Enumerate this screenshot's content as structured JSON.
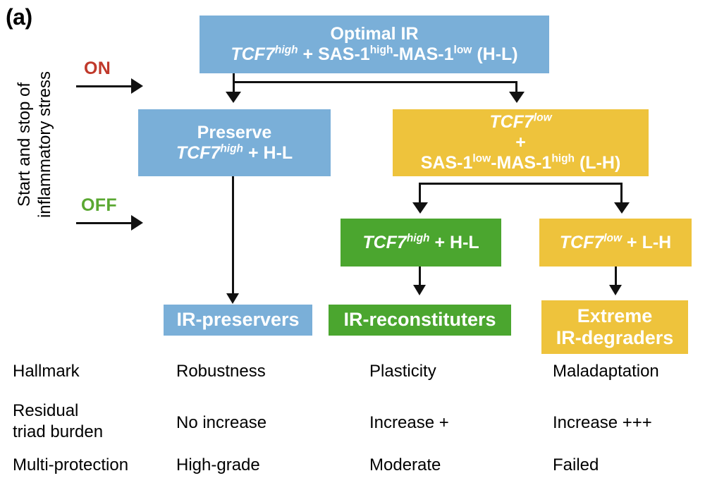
{
  "panel": {
    "label": "(a)"
  },
  "axis": {
    "caption_line1": "Start and stop of",
    "caption_line2": "inflammatory stress",
    "switches": [
      {
        "label": "ON",
        "color": "#c0392b"
      },
      {
        "label": "OFF",
        "color": "#5aa832"
      }
    ]
  },
  "colors": {
    "blue": "#7aafd8",
    "yellow": "#eec33c",
    "green": "#4ba62f",
    "on_red": "#c0392b",
    "off_green": "#5aa832",
    "connector": "#111111",
    "box_text": "#ffffff",
    "body_text": "#000000"
  },
  "flow": {
    "top": {
      "name": "optimal-ir",
      "color": "blue",
      "line1": "Optimal IR",
      "line2_parts": [
        {
          "text": "TCF7",
          "style": "italic"
        },
        {
          "text": "high",
          "style": "sup-italic"
        },
        {
          "text": " + SAS-1",
          "style": "normal"
        },
        {
          "text": "high",
          "style": "sup-normal"
        },
        {
          "text": "-MAS-1",
          "style": "normal"
        },
        {
          "text": "low",
          "style": "sup-normal"
        },
        {
          "text": " (H-L)",
          "style": "normal"
        }
      ]
    },
    "preserve": {
      "name": "preserve",
      "color": "blue",
      "line1": "Preserve",
      "line2_parts": [
        {
          "text": "TCF7",
          "style": "italic"
        },
        {
          "text": "high",
          "style": "sup-italic"
        },
        {
          "text": " + H-L",
          "style": "normal"
        }
      ]
    },
    "degrade": {
      "name": "tcf7-low-lh",
      "color": "yellow",
      "line1_parts": [
        {
          "text": "TCF7",
          "style": "italic"
        },
        {
          "text": "low",
          "style": "sup-italic"
        }
      ],
      "line2": "+",
      "line3_parts": [
        {
          "text": "SAS-1",
          "style": "normal"
        },
        {
          "text": "low",
          "style": "sup-normal"
        },
        {
          "text": "-MAS-1",
          "style": "normal"
        },
        {
          "text": "high",
          "style": "sup-normal"
        },
        {
          "text": " (L-H)",
          "style": "normal"
        }
      ]
    },
    "reconstitute": {
      "name": "tcf7-high-hl",
      "color": "green",
      "line1_parts": [
        {
          "text": "TCF7",
          "style": "italic"
        },
        {
          "text": "high",
          "style": "sup-italic"
        },
        {
          "text": " + H-L",
          "style": "normal"
        }
      ]
    },
    "stay_low": {
      "name": "tcf7-low-lh-2",
      "color": "yellow",
      "line1_parts": [
        {
          "text": "TCF7",
          "style": "italic"
        },
        {
          "text": "low",
          "style": "sup-italic"
        },
        {
          "text": " + L-H",
          "style": "normal"
        }
      ]
    },
    "outcomes": [
      {
        "name": "ir-preservers",
        "color": "blue",
        "line1": "IR-preservers",
        "line2": ""
      },
      {
        "name": "ir-reconstituters",
        "color": "green",
        "line1": "IR-reconstituters",
        "line2": ""
      },
      {
        "name": "extreme-ir-degraders",
        "color": "yellow",
        "line1": "Extreme",
        "line2": "IR-degraders"
      }
    ]
  },
  "table": {
    "rows": [
      {
        "label": "Hallmark",
        "label_line2": "",
        "values": [
          "Robustness",
          "Plasticity",
          "Maladaptation"
        ]
      },
      {
        "label": "Residual",
        "label_line2": "triad burden",
        "values": [
          "No increase",
          "Increase +",
          "Increase +++"
        ]
      },
      {
        "label": "Multi-protection",
        "label_line2": "",
        "values": [
          "High-grade",
          "Moderate",
          "Failed"
        ]
      }
    ]
  }
}
